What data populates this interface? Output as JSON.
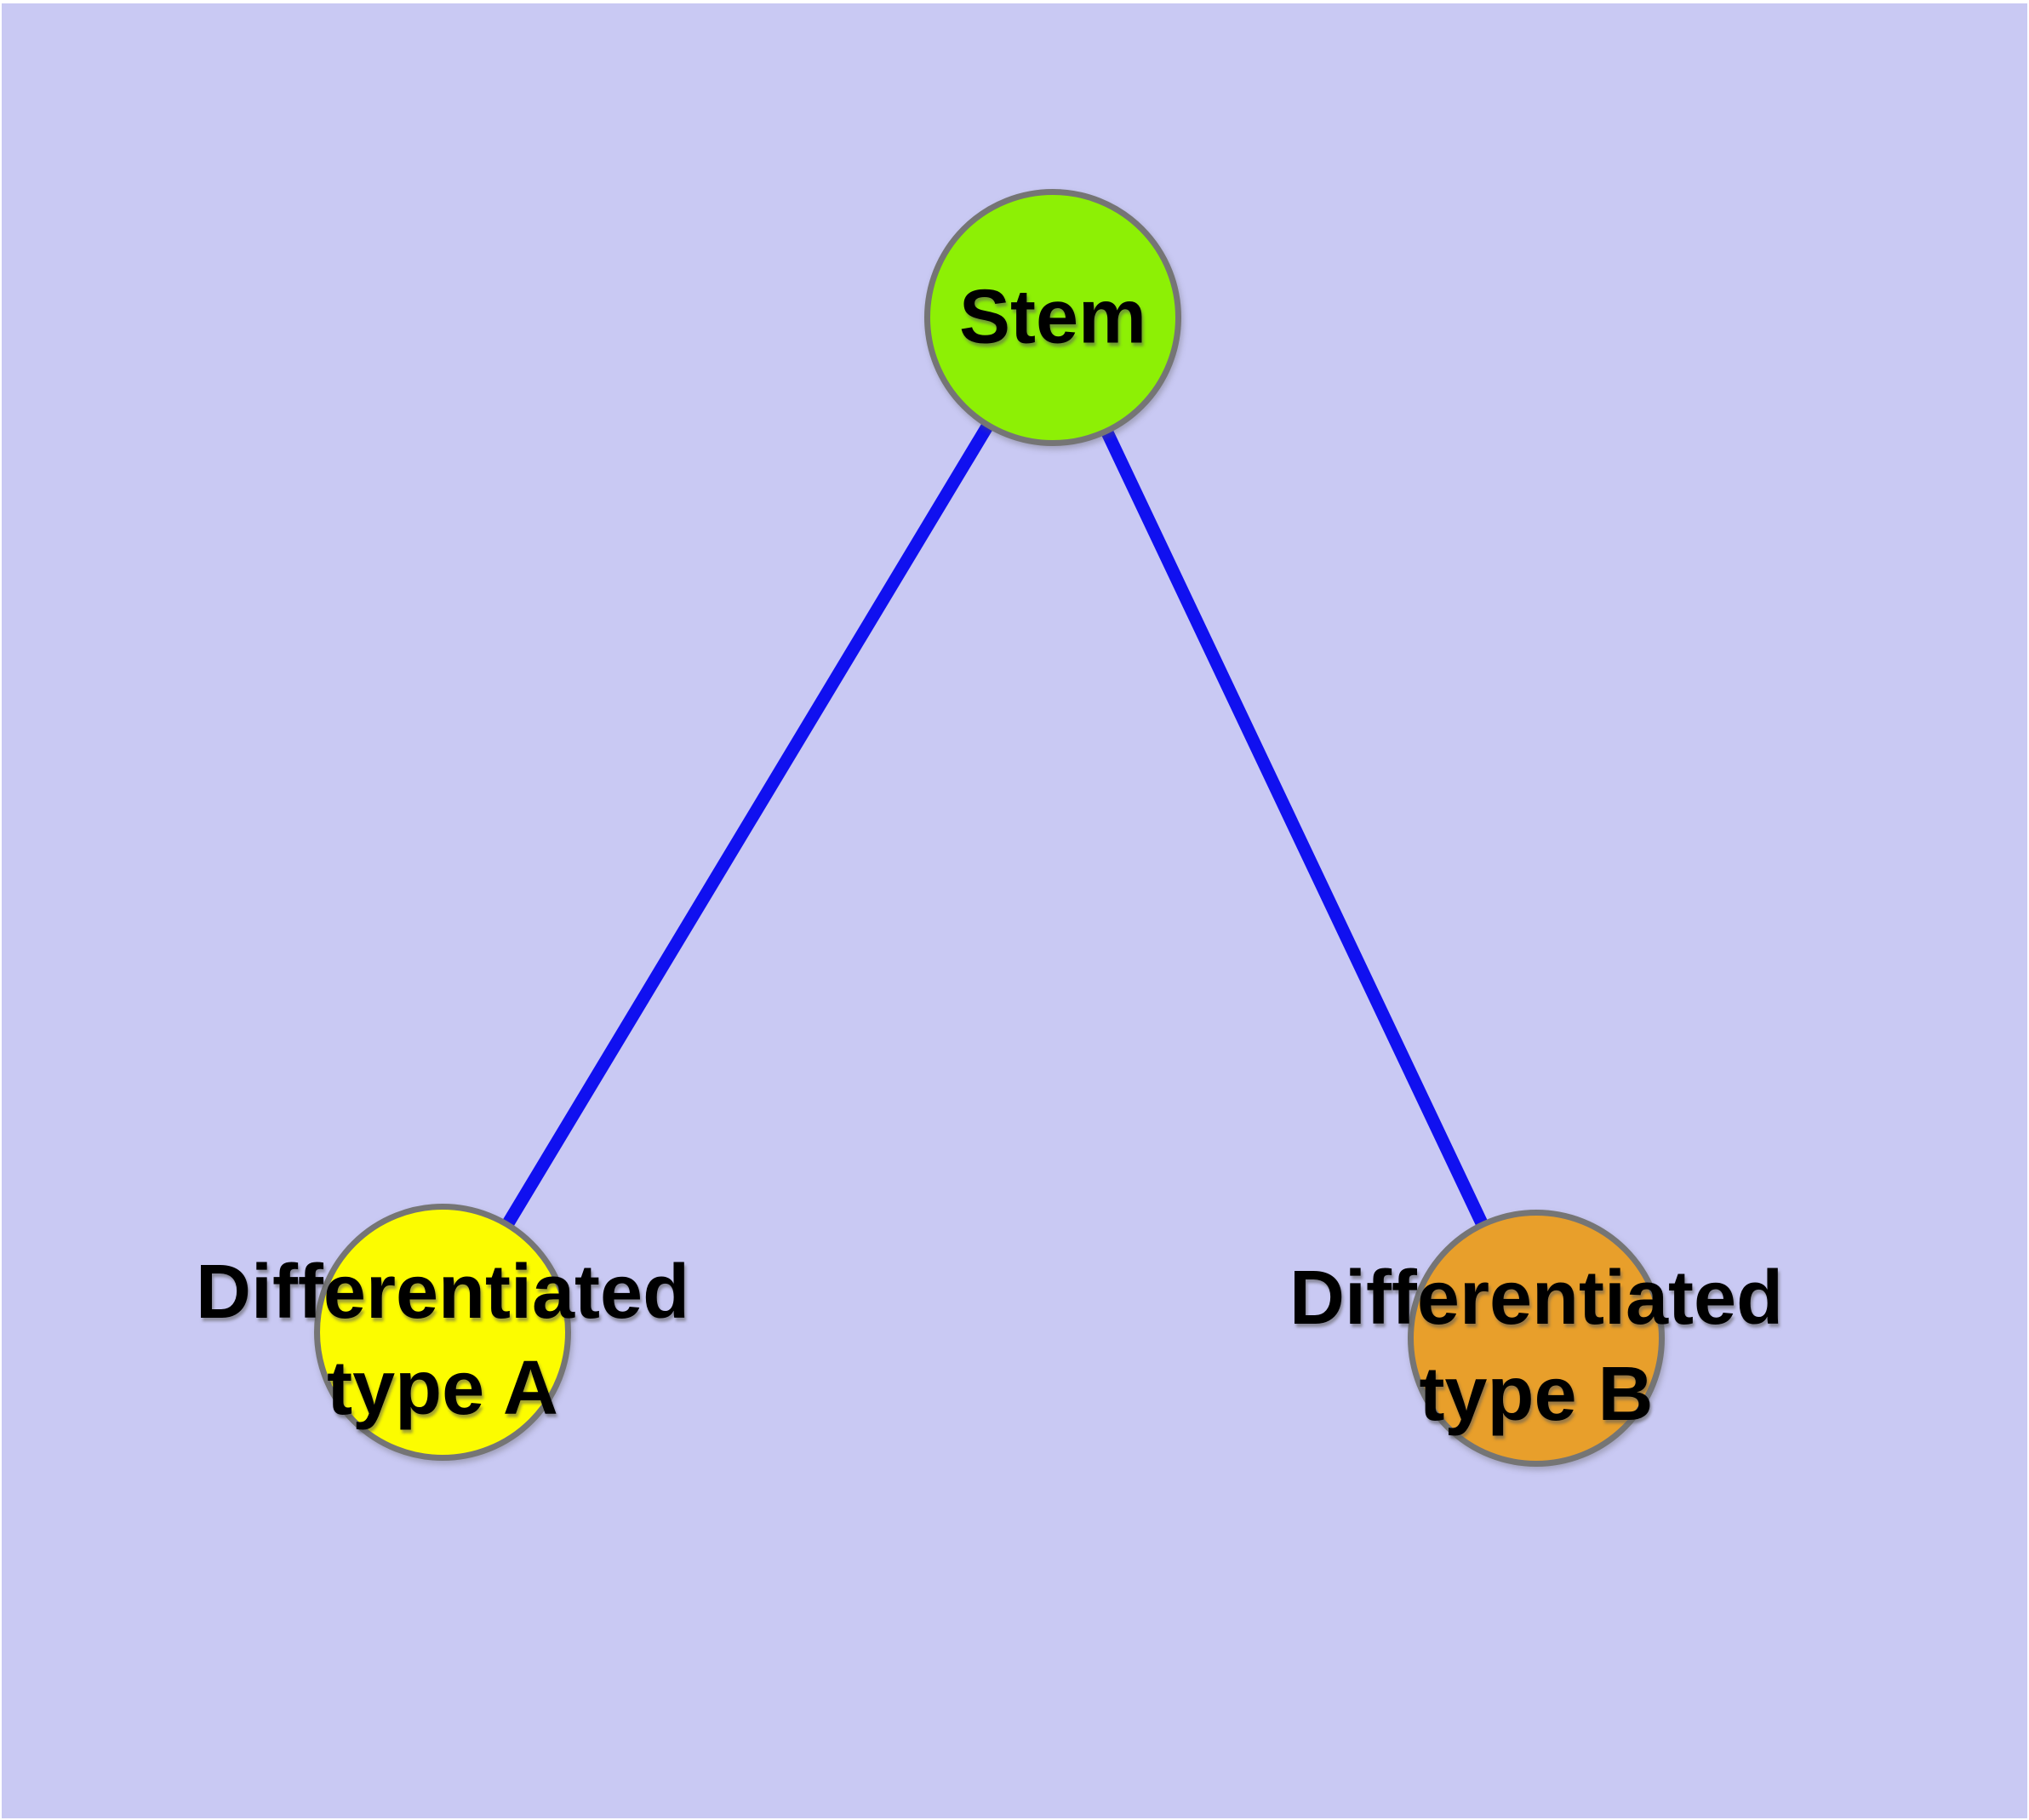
{
  "canvas": {
    "background_color": "#c9c9f3",
    "frame_color": "#ffffff"
  },
  "nodes": [
    {
      "id": "stem",
      "label": "Stem",
      "label_lines": [
        "Stem"
      ],
      "fill": "#8df005",
      "border_color": "#757575"
    },
    {
      "id": "differentiated-type-a",
      "label": "Differentiated type A",
      "label_lines": [
        "Differentiated",
        "type A"
      ],
      "fill": "#fcfc00",
      "border_color": "#757575"
    },
    {
      "id": "differentiated-type-b",
      "label": "Differentiated type B",
      "label_lines": [
        "Differentiated",
        "type B"
      ],
      "fill": "#e89f2b",
      "border_color": "#757575"
    }
  ],
  "edges": [
    {
      "from": "stem",
      "to": "differentiated-type-a",
      "color": "#1010f0"
    },
    {
      "from": "stem",
      "to": "differentiated-type-b",
      "color": "#1010f0"
    }
  ]
}
